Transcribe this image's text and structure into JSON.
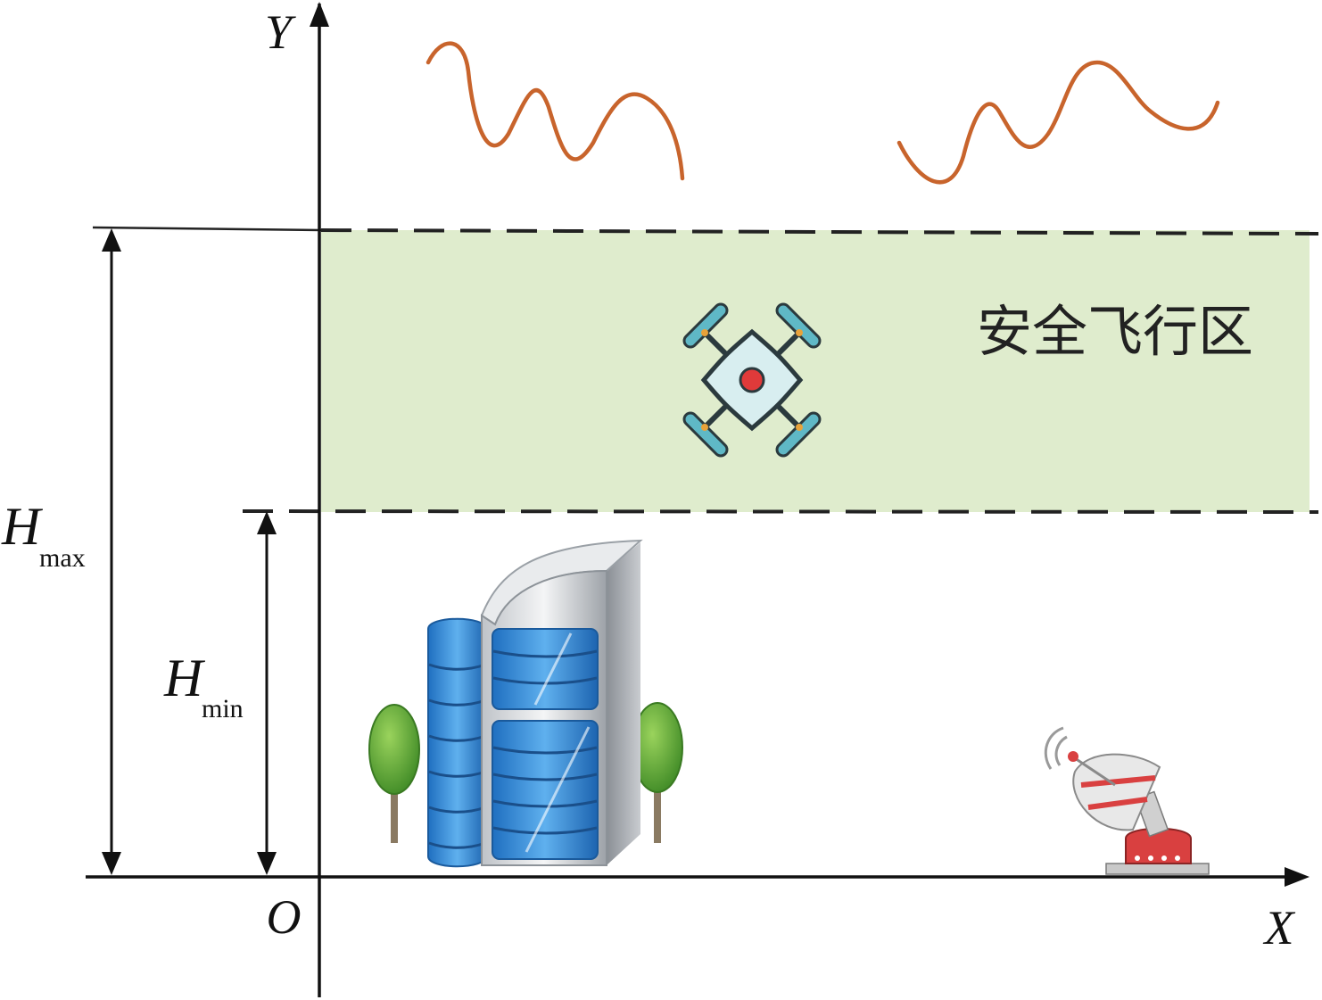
{
  "axes": {
    "y_label": "Y",
    "x_label": "X",
    "origin_label": "O"
  },
  "heights": {
    "hmax_letter": "H",
    "hmax_sub": "max",
    "hmin_letter": "H",
    "hmin_sub": "min"
  },
  "zone": {
    "label": "安全飞行区"
  },
  "colors": {
    "zone_fill": "#dfeccd",
    "turbulence": "#c8642c",
    "axis": "#111111",
    "drone_body": "#d8eef0",
    "drone_center": "#e03a3a",
    "building_blue": "#3a8fd6",
    "tree_green": "#58a83a",
    "radar_red": "#d94040"
  },
  "icons": {
    "drone": "quadcopter-drone-icon",
    "building": "office-building-icon",
    "tree": "tree-icon",
    "radar": "radar-dish-icon",
    "turbulence": "turbulence-wave-icon"
  }
}
